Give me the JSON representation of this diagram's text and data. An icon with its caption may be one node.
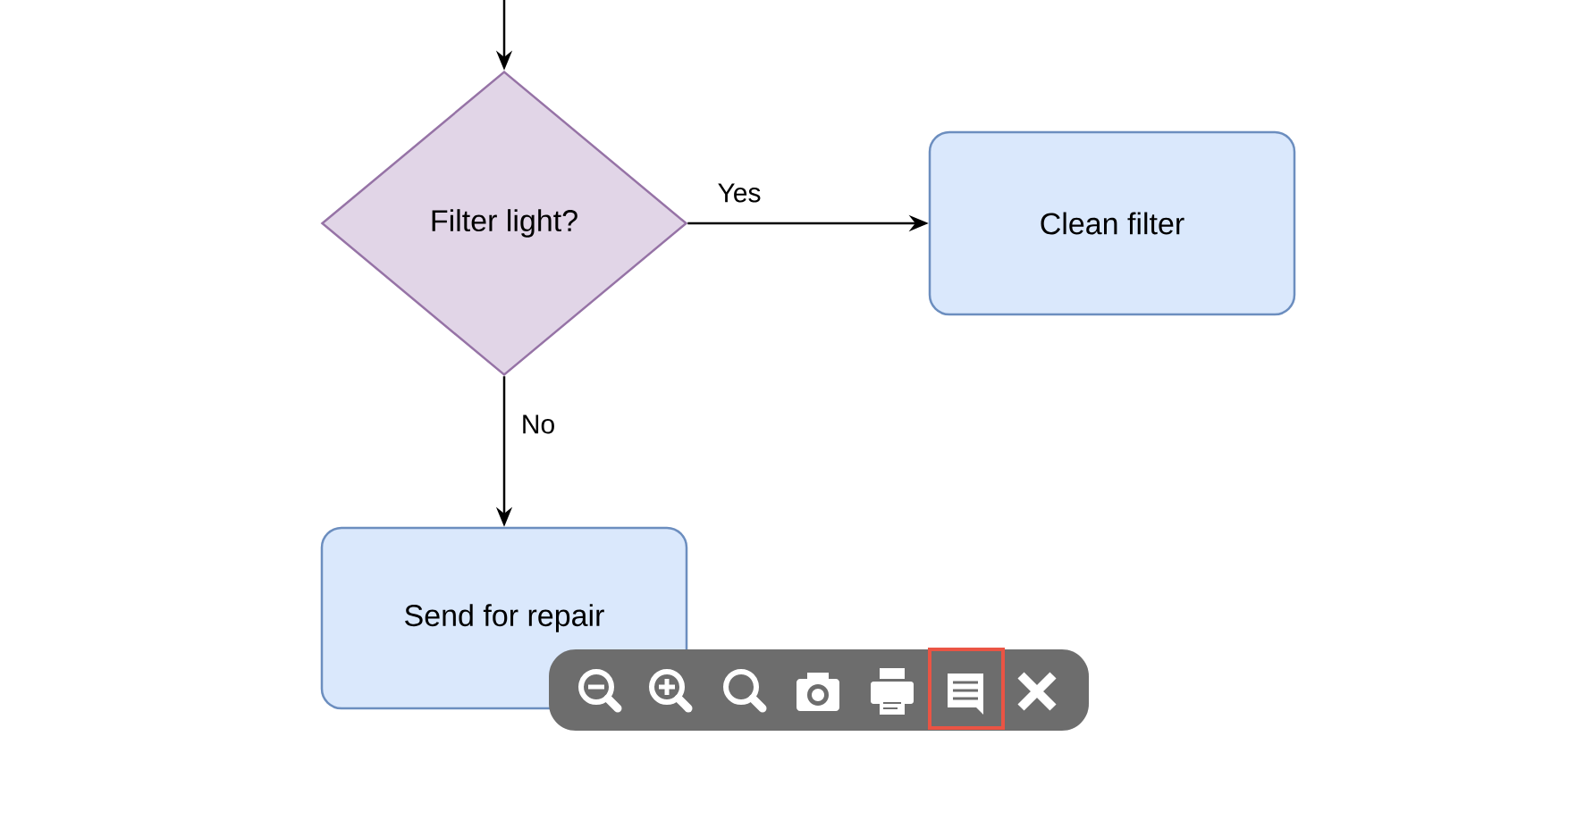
{
  "diagram": {
    "nodes": [
      {
        "text": [
          "Filter light?"
        ]
      },
      {
        "text": [
          "Clean filter"
        ]
      },
      {
        "text": [
          "Send for repair"
        ]
      }
    ],
    "edges": [
      {
        "from": null,
        "to": 0,
        "arrow": "to"
      },
      {
        "from": 0,
        "to": 1,
        "arrow": "to",
        "label": "Yes"
      },
      {
        "from": 0,
        "to": 2,
        "arrow": "to",
        "label": "No"
      }
    ]
  }
}
